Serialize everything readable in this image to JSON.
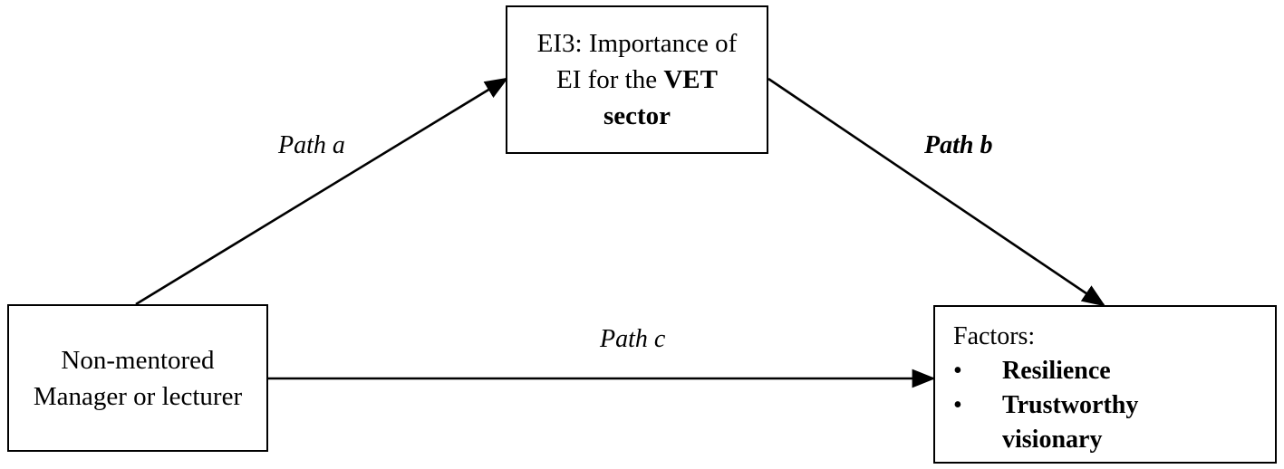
{
  "mediator": {
    "line1": "EI3: Importance of",
    "line2_prefix": "EI for the ",
    "line2_bold": "VET",
    "line3_bold": "sector"
  },
  "predictor": {
    "line1": "Non-mentored",
    "line2": "Manager or lecturer"
  },
  "outcome": {
    "heading": "Factors:",
    "bullet_char": "•",
    "items": [
      "Resilience",
      "Trustworthy visionary"
    ]
  },
  "paths": {
    "a": "Path a",
    "b": "Path b",
    "c": "Path c"
  }
}
